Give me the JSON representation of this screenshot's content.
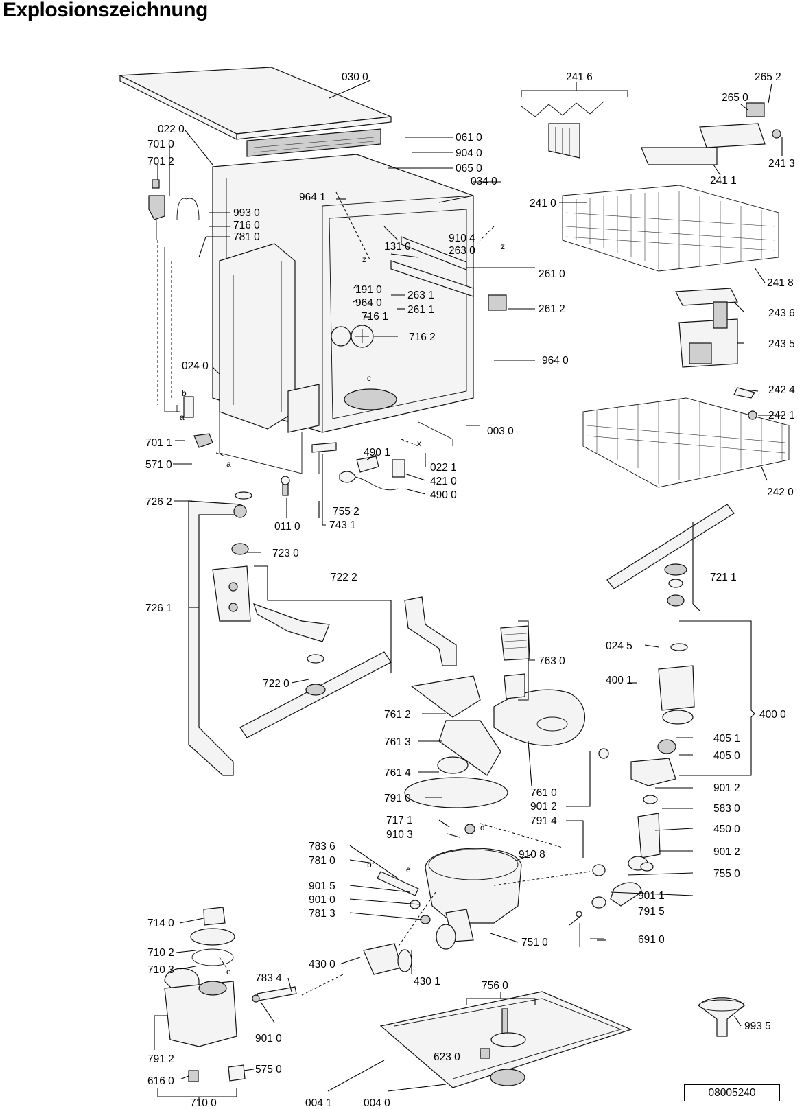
{
  "title": "Explosionszeichnung",
  "document_number": "08005240",
  "parts": {
    "p0300": "030 0",
    "p0610": "061 0",
    "p9040": "904 0",
    "p0650": "065 0",
    "p0340": "034 0",
    "p0220": "022 0",
    "p7010": "701 0",
    "p7012": "701 2",
    "p9930": "993 0",
    "p7160": "716 0",
    "p7810": "781 0",
    "p9641": "964 1",
    "p9104": "910 4",
    "p1310": "131 0",
    "p2630": "263 0",
    "p2610": "261 0",
    "p1910": "191 0",
    "p9640a": "964 0",
    "p2631": "263 1",
    "p2611": "261 1",
    "p2612": "261 2",
    "p7161": "716 1",
    "p7162": "716 2",
    "p9640b": "964 0",
    "p0240": "024 0",
    "p0030": "003 0",
    "p7011": "701 1",
    "p5710": "571 0",
    "p4901": "490 1",
    "p0221": "022 1",
    "p4210": "421 0",
    "p4900": "490 0",
    "p7262": "726 2",
    "p0110": "011 0",
    "p7552": "755 2",
    "p7431": "743 1",
    "p2416": "241 6",
    "p2652": "265 2",
    "p2650": "265 0",
    "p2413": "241 3",
    "p2411": "241 1",
    "p2410": "241 0",
    "p2418": "241 8",
    "p2436": "243 6",
    "p2435": "243 5",
    "p2424": "242 4",
    "p2421": "242 1",
    "p2420": "242 0",
    "p7230": "723 0",
    "p7222": "722 2",
    "p7261": "726 1",
    "p7220": "722 0",
    "p7211": "721 1",
    "p7630": "763 0",
    "p0245": "024 5",
    "p4001": "400 1",
    "p4000": "400 0",
    "p7612": "761 2",
    "p7613": "761 3",
    "p4051": "405 1",
    "p4050": "405 0",
    "p7614": "761 4",
    "p7610": "761 0",
    "p9012a": "901 2",
    "p9012b": "901 2",
    "p7910": "791 0",
    "p7914": "791 4",
    "p5830": "583 0",
    "p7171": "717 1",
    "p4500": "450 0",
    "p9103": "910 3",
    "p9108": "910 8",
    "p9012c": "901 2",
    "p7836": "783 6",
    "p7810b": "781 0",
    "p7550": "755 0",
    "p9015": "901 5",
    "p9011": "901 1",
    "p9010": "901 0",
    "p7915": "791 5",
    "p7813": "781 3",
    "p7510": "751 0",
    "p6910": "691 0",
    "p7140": "714 0",
    "p4300": "430 0",
    "p4301": "430 1",
    "p7102": "710 2",
    "p7103": "710 3",
    "p7834": "783 4",
    "p7560": "756 0",
    "p9935": "993 5",
    "p9010b": "901 0",
    "p7912": "791 2",
    "p6230": "623 0",
    "p5750": "575 0",
    "p6160": "616 0",
    "p7100": "710 0",
    "p0041": "004 1",
    "p0040": "004 0"
  },
  "letters": {
    "z": "z",
    "b": "b",
    "a": "a",
    "c": "c",
    "x": "x",
    "e": "e",
    "d": "d"
  }
}
